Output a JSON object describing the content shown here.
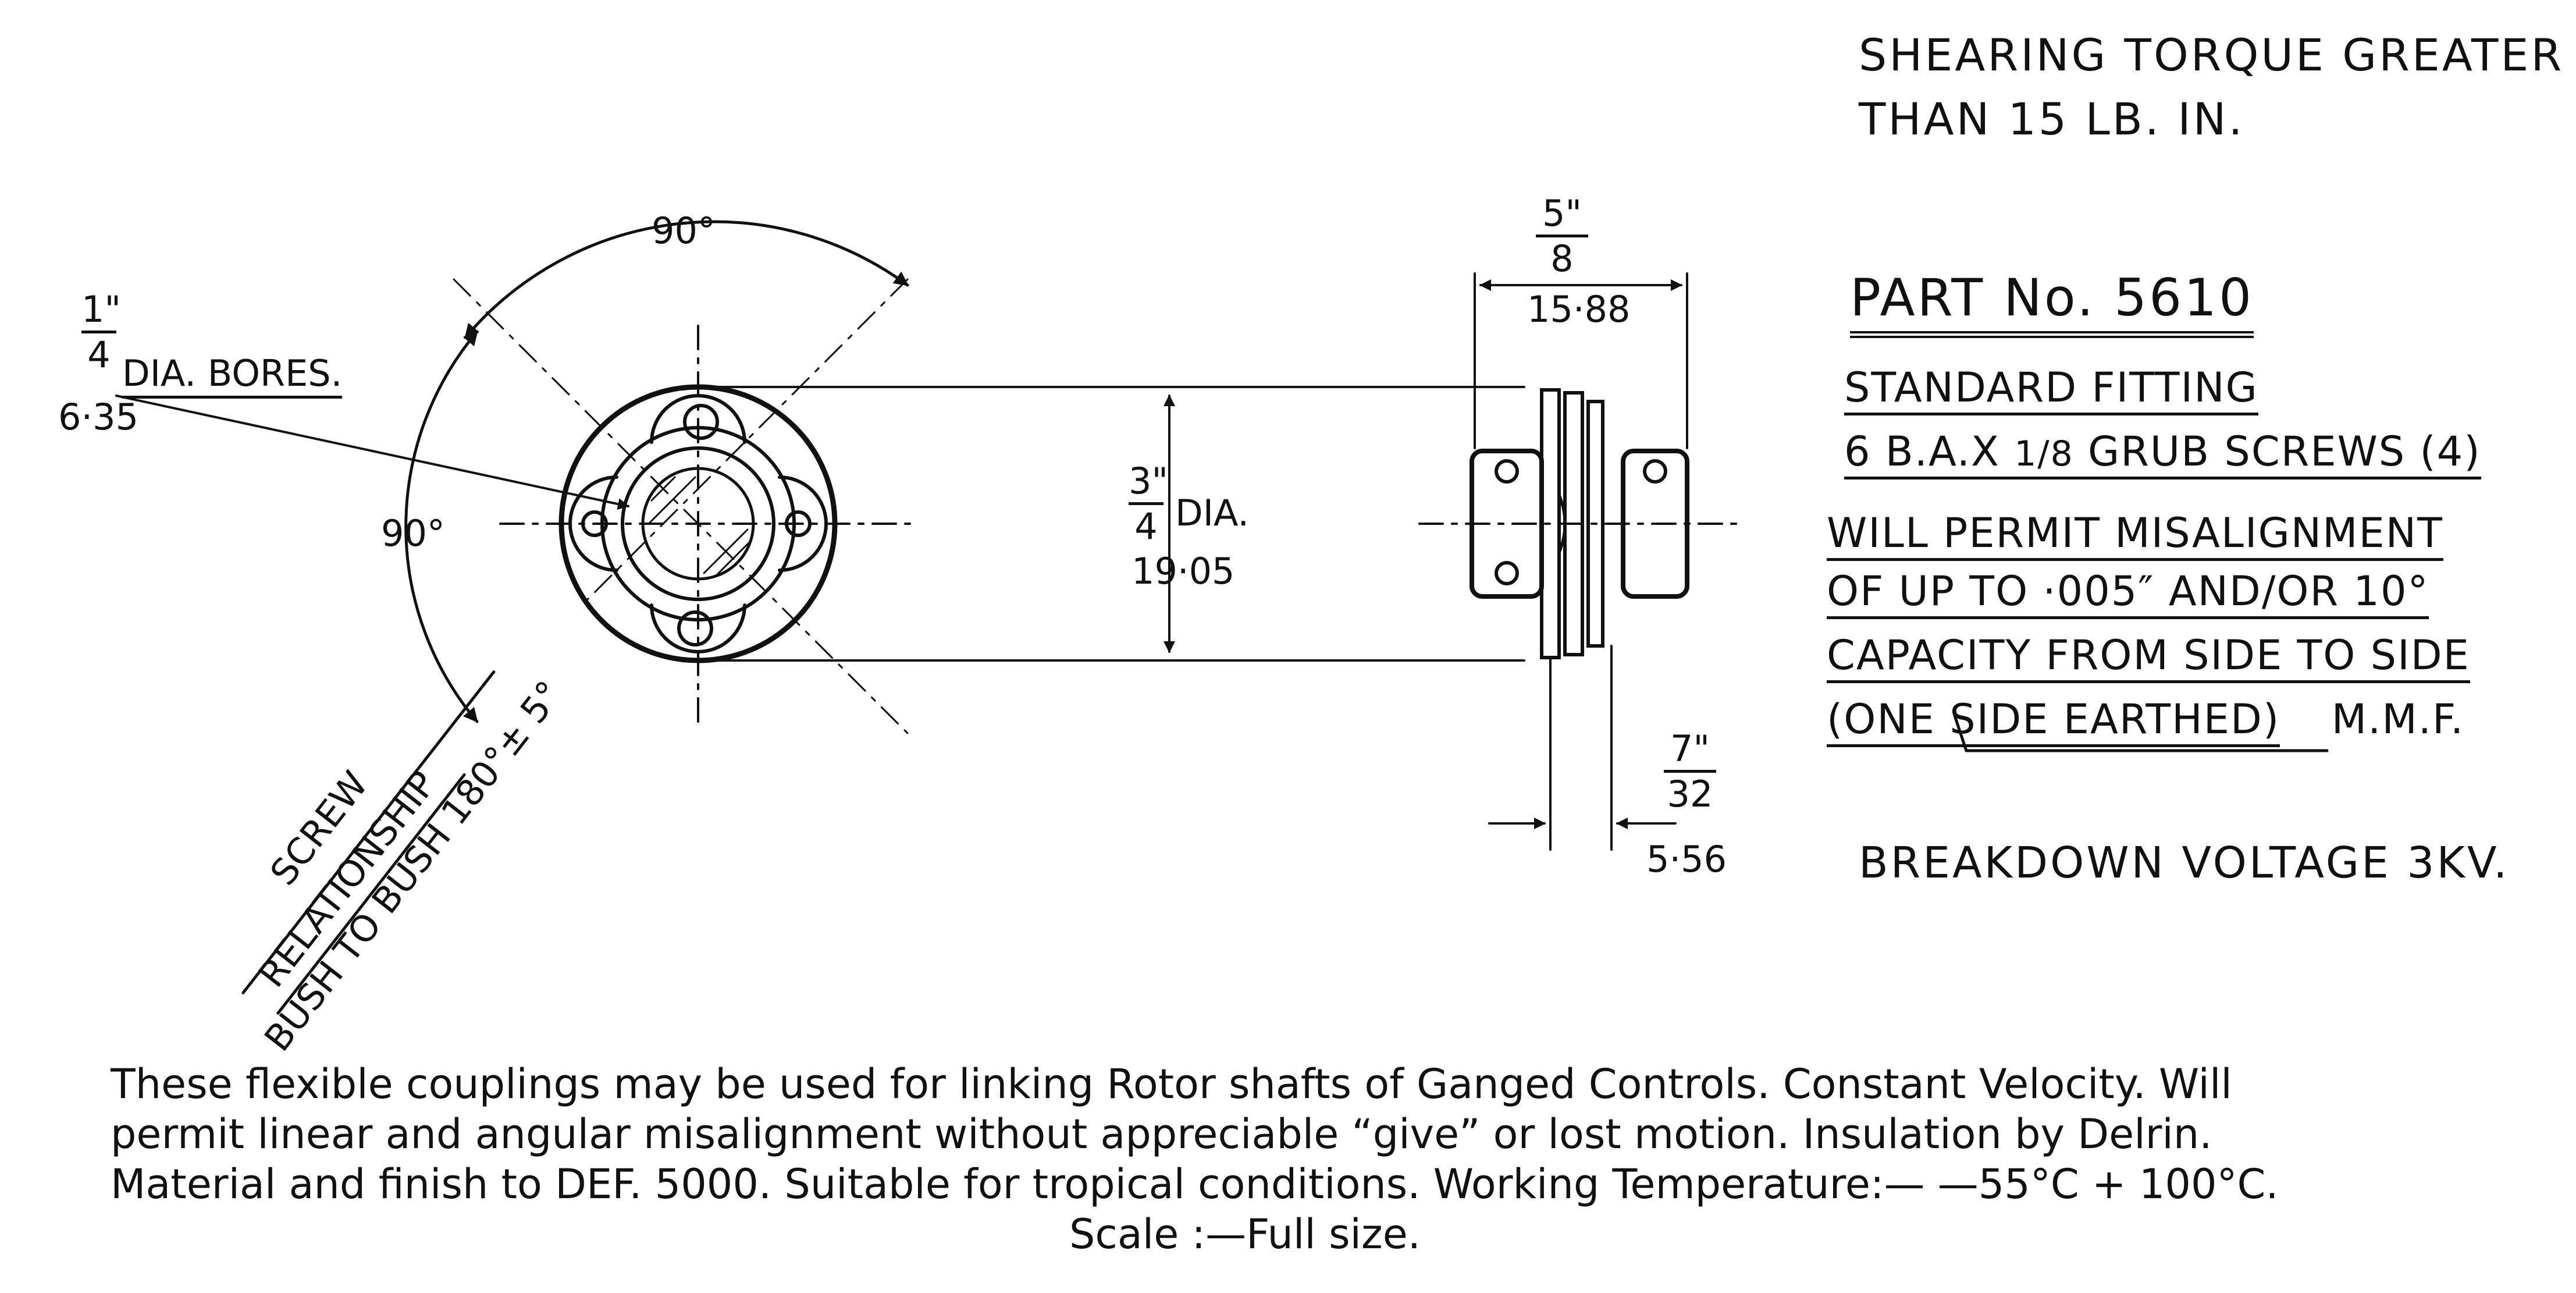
{
  "header": {
    "torque_line1": "SHEARING TORQUE GREATER",
    "torque_line2": "THAN 15 LB. IN."
  },
  "part": {
    "part_label": "PART No. 5610",
    "fitting_line1": "STANDARD FITTING",
    "fitting_line2_a": "6 B.A.X",
    "fitting_line2_frac": "1/8",
    "fitting_line2_b": "GRUB SCREWS",
    "fitting_line2_c": "(4)",
    "spec_line1": "WILL PERMIT MISALIGNMENT",
    "spec_line2_a": "OF UP TO ·005",
    "spec_line2_b": "AND/OR 10°",
    "spec_line3": "CAPACITY FROM SIDE TO SIDE",
    "spec_line4_a": "(ONE SIDE EARTHED)",
    "spec_line4_b": "M.M.F.",
    "voltage": "BREAKDOWN VOLTAGE 3KV."
  },
  "dimensions": {
    "angle_top": "90°",
    "angle_left": "90°",
    "bore_num": "1\"",
    "bore_den": "4",
    "bore_label": "DIA. BORES.",
    "bore_mm": "6·35",
    "width_num": "5\"",
    "width_den": "8",
    "width_mm": "15·88",
    "dia_num": "3\"",
    "dia_den": "4",
    "dia_label": "DIA.",
    "dia_mm": "19·05",
    "gap_num": "7\"",
    "gap_den": "32",
    "gap_mm": "5·56",
    "screw_line1": "SCREW",
    "screw_line2": "RELATIONSHIP",
    "screw_line3": "BUSH TO BUSH 180°± 5°"
  },
  "description": {
    "line1": "These flexible couplings may be used for linking Rotor shafts of Ganged Controls.   Constant Velocity.   Will",
    "line2": "permit linear and angular misalignment without appreciable “give” or lost motion.  Insulation by Delrin.",
    "line3": "Material and finish to DEF. 5000.   Suitable for tropical conditions.   Working Temperature:— —55°C + 100°C.",
    "line4": "Scale :—Full size."
  }
}
